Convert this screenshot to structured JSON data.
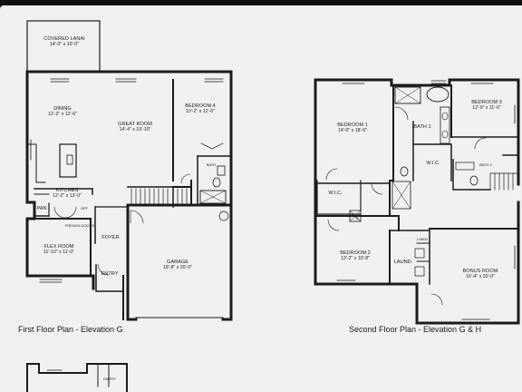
{
  "first_floor": {
    "title": "First Floor Plan - Elevation G",
    "rooms": {
      "lanai": {
        "name": "COVERED LANAI",
        "dims": "14'-0\" x 10'-0\""
      },
      "dining": {
        "name": "DINING",
        "dims": "12'-2\" x 12'-6\""
      },
      "great_room": {
        "name": "GREAT ROOM",
        "dims": "14'-4\" x 19'-10\""
      },
      "bedroom4": {
        "name": "BEDROOM 4",
        "dims": "10'-2\" x 12'-6\""
      },
      "bath": {
        "name": "BATH"
      },
      "kitchen": {
        "name": "KITCHEN",
        "dims": "12'-2\" x 13'-0\""
      },
      "pan": {
        "name": "PAN"
      },
      "flex_room": {
        "name": "FLEX ROOM",
        "dims": "11'-10\" x 11'-0\""
      },
      "foyer": {
        "name": "FOYER"
      },
      "entry": {
        "name": "ENTRY"
      },
      "garage": {
        "name": "GARAGE",
        "dims": "18'-8\" x 20'-0\""
      },
      "french_doors": {
        "name": "FRENCH DOORS"
      },
      "off": {
        "name": "OFF"
      }
    }
  },
  "second_floor": {
    "title": "Second Floor Plan - Elevation G & H",
    "rooms": {
      "bedroom1": {
        "name": "BEDROOM 1",
        "dims": "14'-0\" x 18'-6\""
      },
      "bath1": {
        "name": "BATH 1"
      },
      "bedroom3": {
        "name": "BEDROOM 3",
        "dims": "12'-0\" x 11'-6\""
      },
      "bath2": {
        "name": "BATH 2"
      },
      "wic1": {
        "name": "W.I.C."
      },
      "wic2": {
        "name": "W.I.C."
      },
      "bedroom2": {
        "name": "BEDROOM 2",
        "dims": "13'-2\" x 10'-8\""
      },
      "linen": {
        "name": "LINEN"
      },
      "laundry": {
        "name": "LAUND."
      },
      "bonus_room": {
        "name": "BONUS ROOM",
        "dims": "16'-4\" x 20'-0\""
      }
    }
  },
  "preview": {
    "entry": {
      "name": "ENTRY"
    }
  }
}
